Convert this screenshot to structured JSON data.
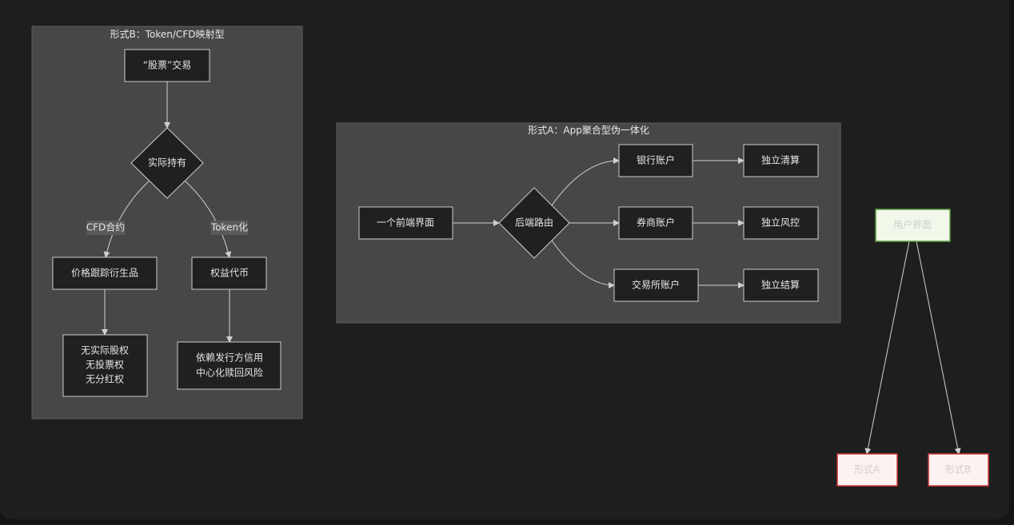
{
  "cluster_b": {
    "title": "形式B：Token/CFD映射型",
    "start": "“股票”交易",
    "decision": "实际持有",
    "edge_left": "CFD合约",
    "edge_right": "Token化",
    "left_node": "价格跟踪衍生品",
    "right_node": "权益代币",
    "left_result": [
      "无实际股权",
      "无投票权",
      "无分红权"
    ],
    "right_result": [
      "依赖发行方信用",
      "中心化赎回风险"
    ]
  },
  "cluster_a": {
    "title": "形式A：App聚合型伪一体化",
    "frontend": "一个前端界面",
    "router": "后端路由",
    "accounts": [
      "银行账户",
      "券商账户",
      "交易所账户"
    ],
    "outcomes": [
      "独立清算",
      "独立风控",
      "独立结算"
    ]
  },
  "overview": {
    "root": "用户界面",
    "children": [
      "形式A",
      "形式B"
    ]
  },
  "colors": {
    "background": "#1e1e1e",
    "cluster": "#474747",
    "root_fill": "#f1f8ea",
    "root_stroke": "#5a9a3c",
    "child_fill": "#fdf2f2",
    "child_stroke": "#cc3333"
  }
}
